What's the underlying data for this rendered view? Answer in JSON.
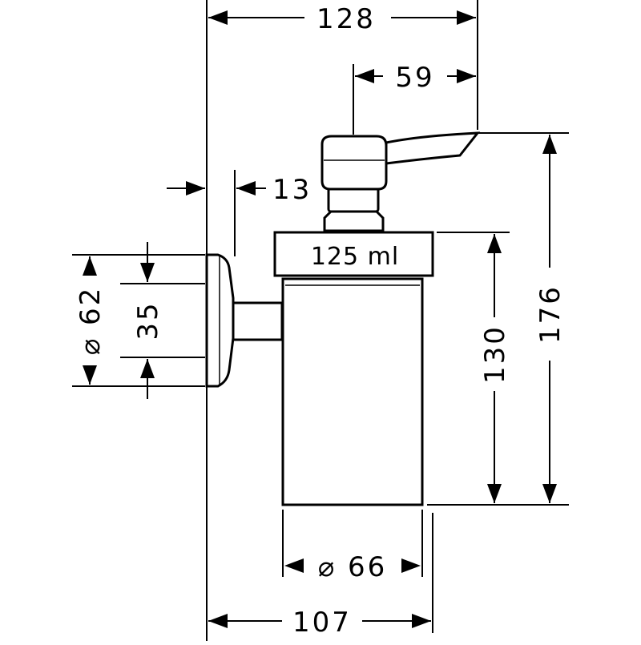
{
  "dimensions": {
    "overall_width": "128",
    "spout_length": "59",
    "wall_offset": "13",
    "flange_diameter": "⌀ 62",
    "bracket_height": "35",
    "bottle_height": "130",
    "total_height": "176",
    "bottle_diameter": "⌀ 66",
    "total_depth": "107"
  },
  "label": {
    "capacity": "125 ml"
  },
  "colors": {
    "line": "#000000",
    "background": "#ffffff"
  }
}
